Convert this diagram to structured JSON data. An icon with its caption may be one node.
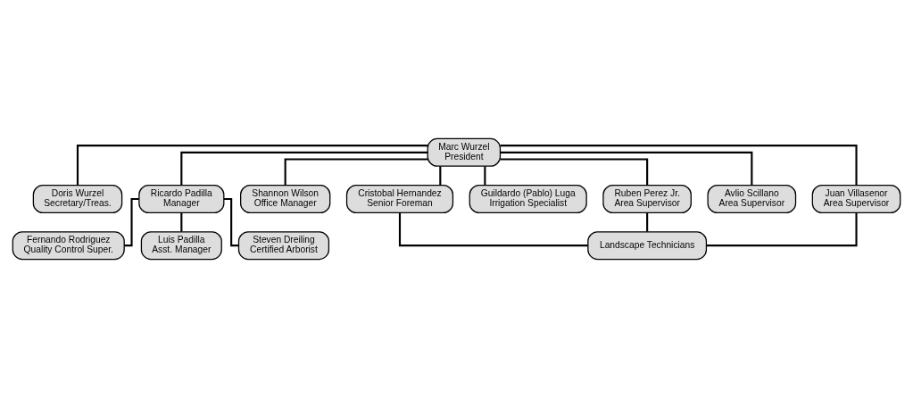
{
  "diagram": {
    "nodes": [
      {
        "text": [
          "Marc Wurzel",
          "President"
        ]
      },
      {
        "text": [
          "Doris Wurzel",
          "Secretary/Treas."
        ]
      },
      {
        "text": [
          "Ricardo Padilla",
          "Manager"
        ]
      },
      {
        "text": [
          "Fernando Rodriguez",
          "Quality Control Super."
        ]
      },
      {
        "text": [
          "Luis Padilla",
          "Asst. Manager"
        ]
      },
      {
        "text": [
          "Steven Dreiling",
          "Certified Arborist"
        ]
      },
      {
        "text": [
          "Shannon Wilson",
          "Office Manager"
        ]
      },
      {
        "text": [
          "Cristobal Hernandez",
          "Senior Foreman"
        ]
      },
      {
        "text": [
          "Guildardo (Pablo) Luga",
          "Irrigation Specialist"
        ]
      },
      {
        "text": [
          "Ruben Perez Jr.",
          "Area Supervisor"
        ]
      },
      {
        "text": [
          "Avlio Scillano",
          "Area Supervisor"
        ]
      },
      {
        "text": [
          "Juan Villasenor",
          "Area Supervisor"
        ]
      },
      {
        "text": [
          "Landscape Technicians"
        ]
      }
    ],
    "edges": [
      {
        "from": 0,
        "to": 1,
        "arrow": "none"
      },
      {
        "from": 0,
        "to": 2,
        "arrow": "none"
      },
      {
        "from": 2,
        "to": 3,
        "arrow": "none"
      },
      {
        "from": 2,
        "to": 4,
        "arrow": "none"
      },
      {
        "from": 2,
        "to": 5,
        "arrow": "none"
      },
      {
        "from": 0,
        "to": 6,
        "arrow": "none"
      },
      {
        "from": 0,
        "to": 7,
        "arrow": "none"
      },
      {
        "from": 0,
        "to": 8,
        "arrow": "none"
      },
      {
        "from": 0,
        "to": 9,
        "arrow": "none"
      },
      {
        "from": 0,
        "to": 10,
        "arrow": "none"
      },
      {
        "from": 0,
        "to": 11,
        "arrow": "none"
      },
      {
        "from": 7,
        "to": 12,
        "arrow": "none"
      },
      {
        "from": 9,
        "to": 12,
        "arrow": "none"
      },
      {
        "from": 11,
        "to": 12,
        "arrow": "none"
      }
    ]
  }
}
